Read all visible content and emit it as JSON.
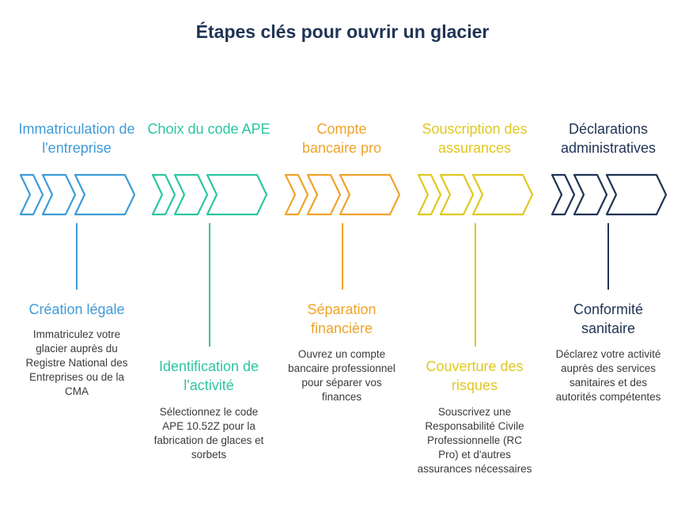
{
  "title": "Étapes clés pour ouvrir un glacier",
  "steps": [
    {
      "title": "Immatriculation de l'entreprise",
      "subtitle": "Création légale",
      "description": "Immatriculez votre glacier auprès du Registre National des Entreprises ou de la CMA",
      "color": "#3f9bd8"
    },
    {
      "title": "Choix du code APE",
      "subtitle": "Identification de l'activité",
      "description": "Sélectionnez le code APE 10.52Z pour la fabrication de glaces et sorbets",
      "color": "#2cc6a0"
    },
    {
      "title": "Compte bancaire pro",
      "subtitle": "Séparation financière",
      "description": "Ouvrez un compte bancaire professionnel pour séparer vos finances",
      "color": "#f0a32a"
    },
    {
      "title": "Souscription des assurances",
      "subtitle": "Couverture des risques",
      "description": "Souscrivez une Responsabilité Civile Professionnelle (RC Pro) et d'autres assurances nécessaires",
      "color": "#e0c820"
    },
    {
      "title": "Déclarations administratives",
      "subtitle": "Conformité sanitaire",
      "description": "Déclarez votre activité auprès des services sanitaires et des autorités compétentes",
      "color": "#1f3354"
    }
  ]
}
